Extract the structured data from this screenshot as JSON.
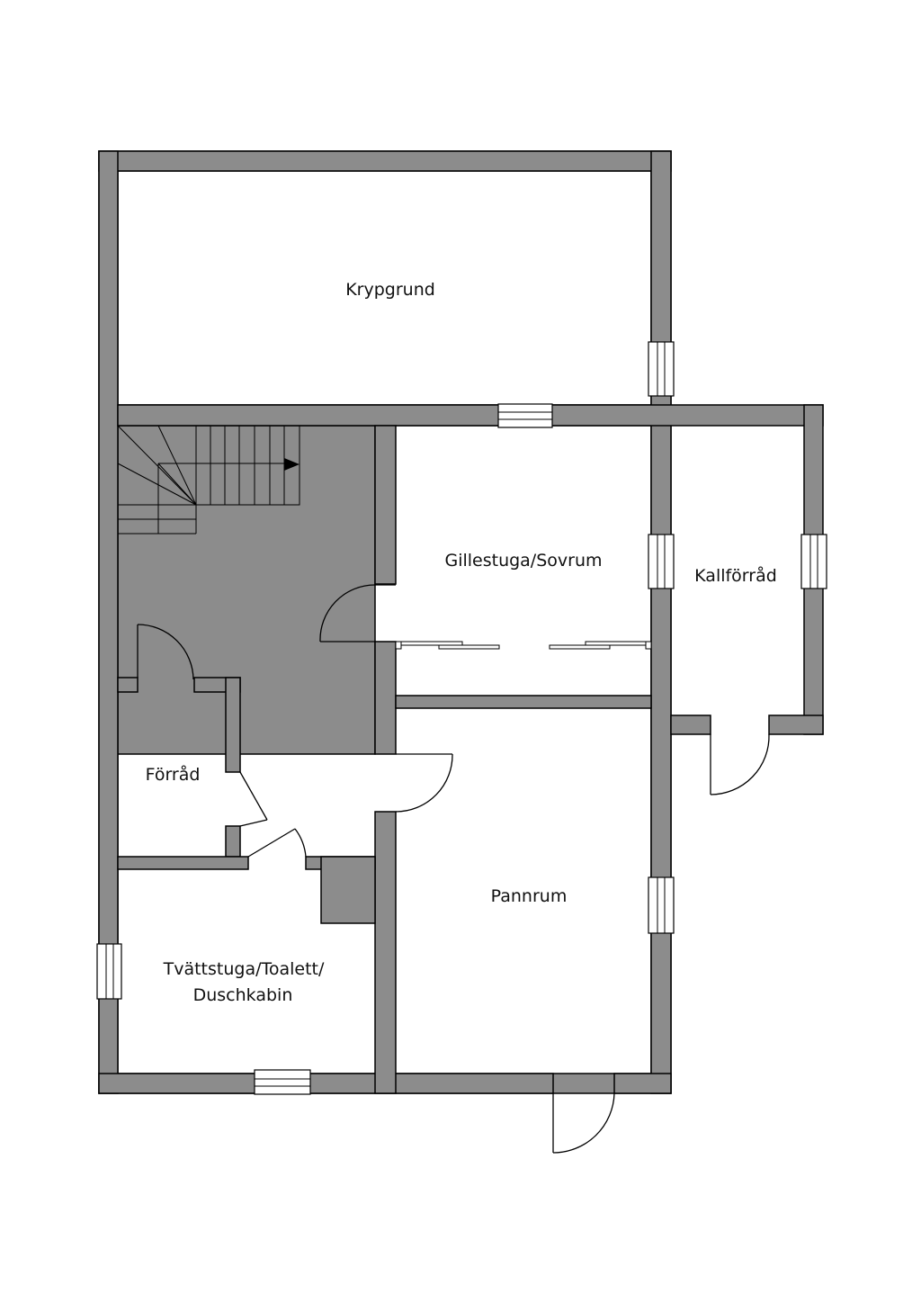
{
  "plan": {
    "rooms": {
      "crawlspace": "Krypgrund",
      "rec_room": "Gillestuga/Sovrum",
      "cold_storage": "Kallförråd",
      "storage": "Förråd",
      "boiler_room": "Pannrum",
      "laundry_line1": "Tvättstuga/Toalett/",
      "laundry_line2": "Duschkabin"
    },
    "colors": {
      "wall": "#8c8c8c",
      "outline": "#000000",
      "background": "#ffffff"
    }
  }
}
